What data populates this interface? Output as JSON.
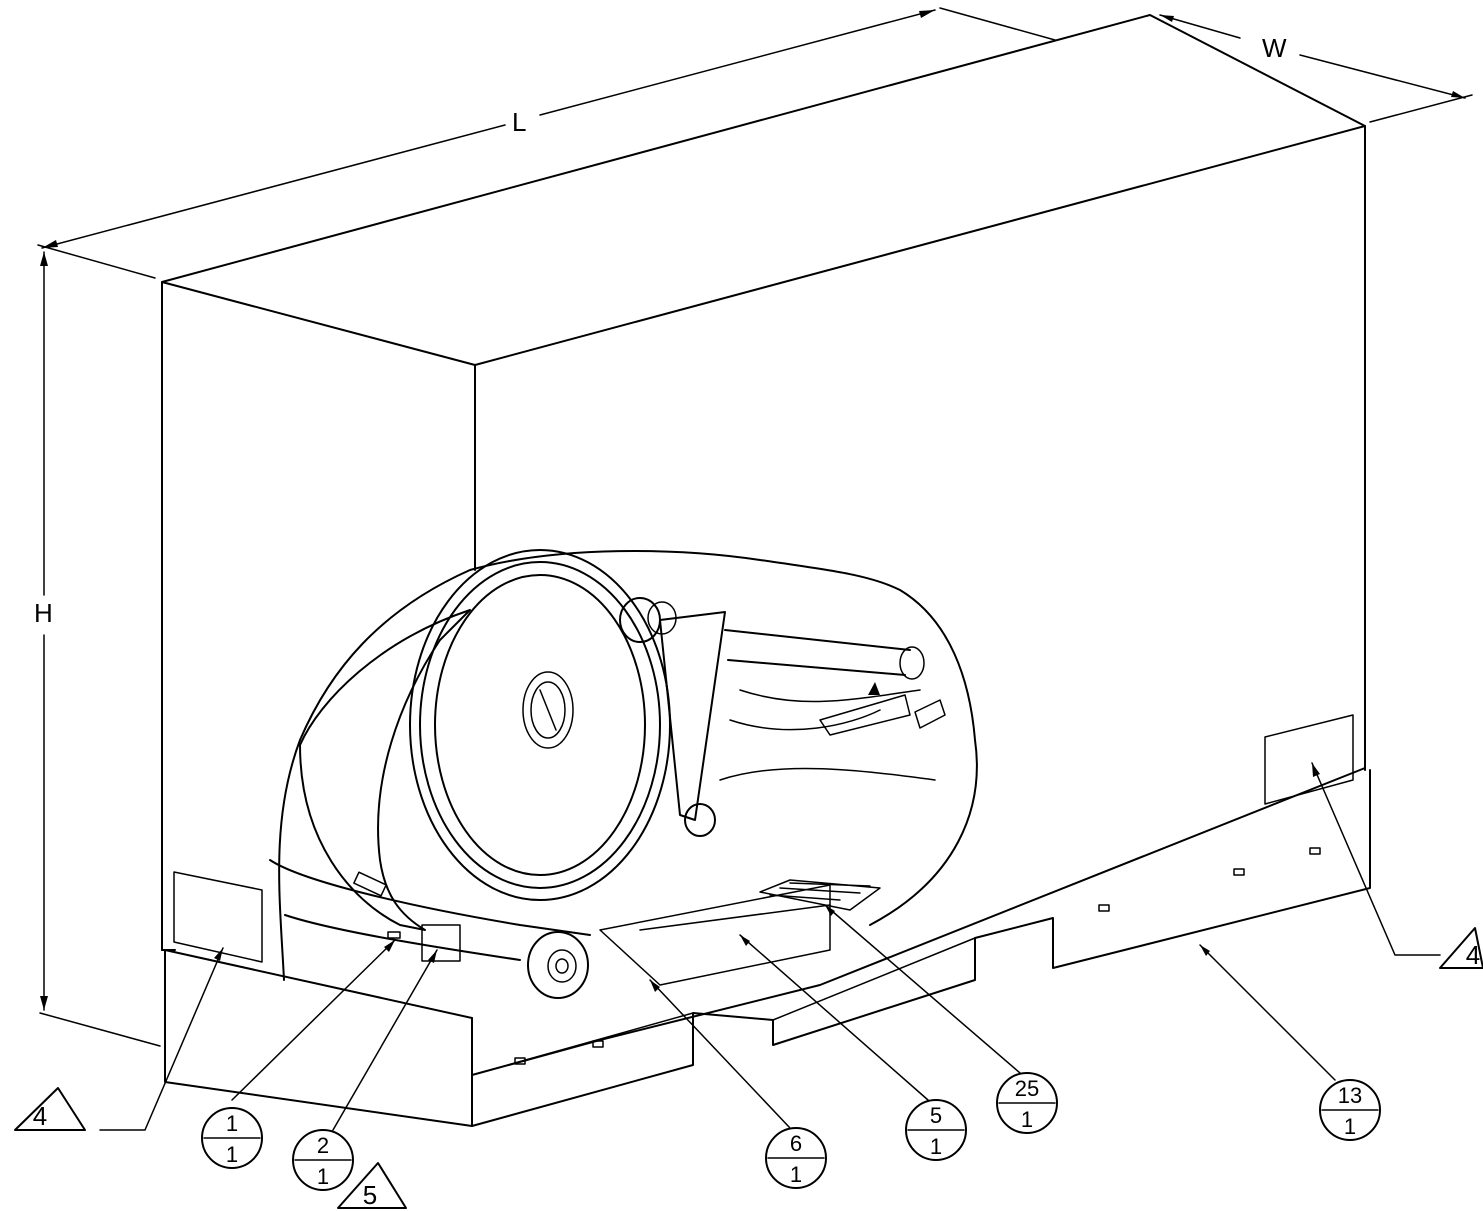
{
  "dimensions": {
    "length": "L",
    "width": "W",
    "height": "H"
  },
  "flag_notes": [
    {
      "id": "flag-left",
      "text": "4"
    },
    {
      "id": "flag-right",
      "text": "4"
    },
    {
      "id": "flag-bottom",
      "text": "5"
    }
  ],
  "balloons": [
    {
      "id": "balloon-1",
      "item": "1",
      "qty": "1"
    },
    {
      "id": "balloon-2",
      "item": "2",
      "qty": "1"
    },
    {
      "id": "balloon-6",
      "item": "6",
      "qty": "1"
    },
    {
      "id": "balloon-5",
      "item": "5",
      "qty": "1"
    },
    {
      "id": "balloon-25",
      "item": "25",
      "qty": "1"
    },
    {
      "id": "balloon-13",
      "item": "13",
      "qty": "1"
    }
  ]
}
